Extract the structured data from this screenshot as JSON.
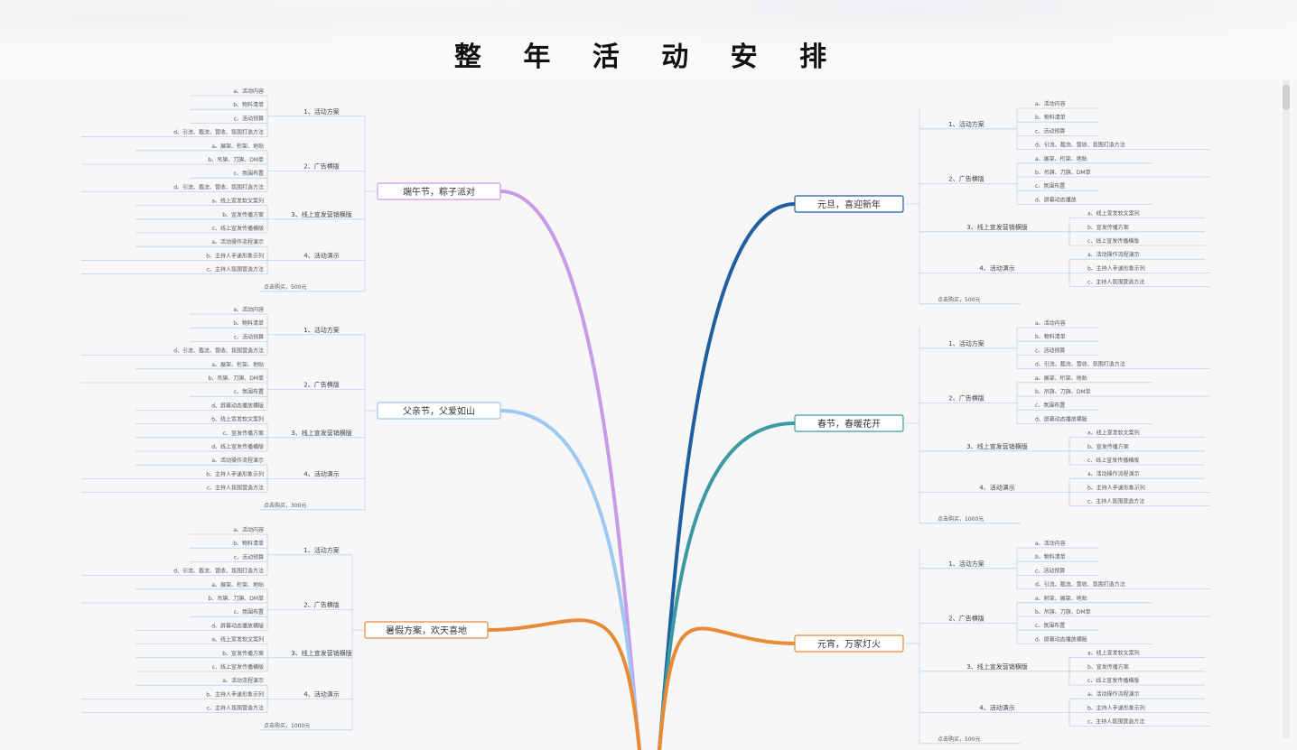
{
  "title": "整 年 活 动 安 排",
  "left_branches": [
    {
      "label": "端午节，粽子派对",
      "color": "#c99ae6",
      "groups": [
        {
          "label": "1、活动方案",
          "items": [
            "a、活动内容",
            "b、物料清单",
            "c、活动预算",
            "d、引流、截流、营收、氛围打造方法"
          ]
        },
        {
          "label": "2、广告横版",
          "items": [
            "a、展架、桁架、地贴",
            "b、吊旗、刀旗、DM单",
            "c、氛围布置",
            "d、引流、截流、营收、氛围打造方法"
          ]
        },
        {
          "label": "3、线上宣发营销横版",
          "items": [
            "a、线上宣发软文案列",
            "b、宣发传播方案",
            "c、线上宣发传播横版"
          ]
        },
        {
          "label": "4、活动演示",
          "items": [
            "a、活动操作流程演示",
            "b、主持人手递形象示列",
            "c、主持人氛围营造方法"
          ]
        }
      ],
      "footer": "点击购买，500元"
    },
    {
      "label": "父亲节，父爱如山",
      "color": "#9dc8f2",
      "groups": [
        {
          "label": "1、活动方案",
          "items": [
            "a、活动内容",
            "b、物料清单",
            "c、活动预算",
            "d、引流、截流、营收、氛围营造方法"
          ]
        },
        {
          "label": "2、广告横版",
          "items": [
            "a、展架、桁架、地贴",
            "b、吊旗、刀旗、DM单",
            "c、氛围布置",
            "d、屏幕动态播放横版"
          ]
        },
        {
          "label": "3、线上宣发营销横版",
          "items": [
            "b、线上宣发软文案列",
            "c、宣发传播方案",
            "d、线上宣发传播横版"
          ]
        },
        {
          "label": "4、活动演示",
          "items": [
            "a、活动操作流程演示",
            "b、主持人手递形象示列",
            "c、主持人氛围营造方法"
          ]
        }
      ],
      "footer": "点击购买，300元"
    },
    {
      "label": "暑假方案，欢天喜地",
      "color": "#e98a35",
      "groups": [
        {
          "label": "1、活动方案",
          "items": [
            "a、活动内容",
            "b、物料清单",
            "c、活动预算",
            "d、引流、截流、营收、氛围打造方法"
          ]
        },
        {
          "label": "2、广告横版",
          "items": [
            "a、展架、桁架、地贴",
            "b、吊旗、刀旗、DM单",
            "c、氛围布置",
            "d、屏幕动态播放横版"
          ]
        },
        {
          "label": "3、线上宣发营销横版",
          "items": [
            "a、线上宣发软文案列",
            "b、宣发传播方案",
            "c、线上宣发传播横版"
          ]
        },
        {
          "label": "4、活动演示",
          "items": [
            "a、活动流程演示",
            "b、主持人手递形象示列",
            "c、主持人氛围营造方法"
          ]
        }
      ],
      "footer": "点击购买，1000元"
    }
  ],
  "right_branches": [
    {
      "label": "元旦，喜迎新年",
      "color": "#1f5fa0",
      "groups": [
        {
          "label": "1、活动方案",
          "items": [
            "a、活动内容",
            "b、物料清单",
            "c、活动预算",
            "d、引流、截流、营收、氛围打造方法"
          ]
        },
        {
          "label": "2、广告横版",
          "items": [
            "a、展架、桁架、地贴",
            "b、吊旗、刀旗、DM单",
            "c、氛围布置",
            "d、屏幕动态播放"
          ]
        },
        {
          "label": "3、线上宣发营销横版",
          "items": [
            "a、线上宣发软文案列",
            "b、宣发传播方案",
            "c、线上宣发传播横版"
          ]
        },
        {
          "label": "4、活动演示",
          "items": [
            "a、活动操作流程演示",
            "b、主持人手递形象示列",
            "c、主持人氛围营造方法"
          ]
        }
      ],
      "footer": "点击购买，500元"
    },
    {
      "label": "春节，春暖花开",
      "color": "#3b9aa0",
      "groups": [
        {
          "label": "1、活动方案",
          "items": [
            "a、活动内容",
            "b、物料清单",
            "c、活动预算",
            "d、引流、截流、营收、氛围打造方法"
          ]
        },
        {
          "label": "2、广告横版",
          "items": [
            "a、展架、桁架、地贴",
            "b、吊旗、刀旗、DM单",
            "c、氛围布置",
            "d、屏幕动态播放横版"
          ]
        },
        {
          "label": "3、线上宣发营销横版",
          "items": [
            "a、线上宣发软文案列",
            "b、宣发传播方案",
            "c、线上宣发传播横版"
          ]
        },
        {
          "label": "4、活动演示",
          "items": [
            "a、活动操作流程演示",
            "b、主持人手递形象示列",
            "c、主持人氛围营造方法"
          ]
        }
      ],
      "footer": "点击购买，1000元"
    },
    {
      "label": "元宵，万家灯火",
      "color": "#e98a35",
      "groups": [
        {
          "label": "1、活动方案",
          "items": [
            "a、活动内容",
            "b、物料清单",
            "c、活动预算",
            "d、引流、截流、营收、氛围打造方法"
          ]
        },
        {
          "label": "2、广告横版",
          "items": [
            "a、射架、展架、地贴",
            "b、吊旗、刀旗、DM单",
            "c、氛围布置",
            "d、屏幕动态播放横版"
          ]
        },
        {
          "label": "3、线上宣发营销横版",
          "items": [
            "a、线上宣发软文案列",
            "b、宣发传播方案",
            "c、线上宣发传播横版"
          ]
        },
        {
          "label": "4、活动演示",
          "items": [
            "a、活动操作流程演示",
            "b、主持人手递形象示列",
            "c、主持人氛围营造方法"
          ]
        }
      ],
      "footer": "点击购买，500元"
    }
  ]
}
